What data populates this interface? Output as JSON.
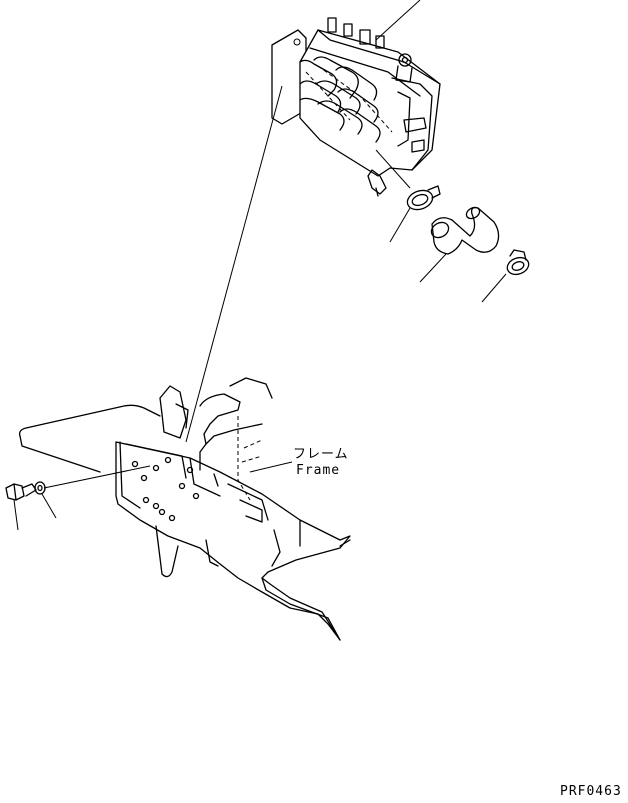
{
  "labels": {
    "frame_jp": "フレーム",
    "frame_en": "Frame",
    "drawing_code": "PRF0463"
  },
  "colors": {
    "line": "#000000",
    "background": "#ffffff"
  }
}
